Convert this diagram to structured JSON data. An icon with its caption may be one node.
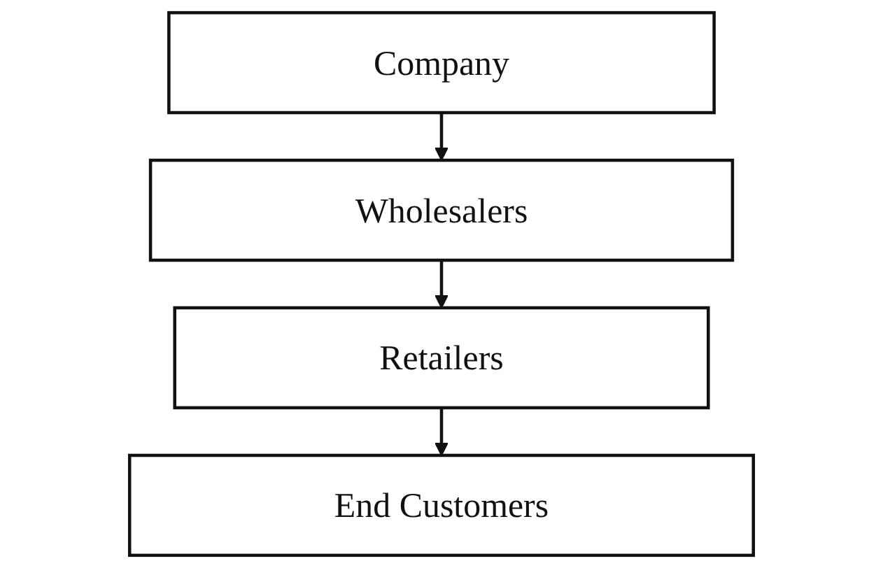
{
  "diagram": {
    "nodes": [
      {
        "text": [
          "Company"
        ]
      },
      {
        "text": [
          "Wholesalers"
        ]
      },
      {
        "text": [
          "Retailers"
        ]
      },
      {
        "text": [
          "End Customers"
        ]
      }
    ],
    "edges": [
      {
        "from": 0,
        "to": 1,
        "arrow": "to"
      },
      {
        "from": 1,
        "to": 2,
        "arrow": "to"
      },
      {
        "from": 2,
        "to": 3,
        "arrow": "to"
      }
    ]
  }
}
